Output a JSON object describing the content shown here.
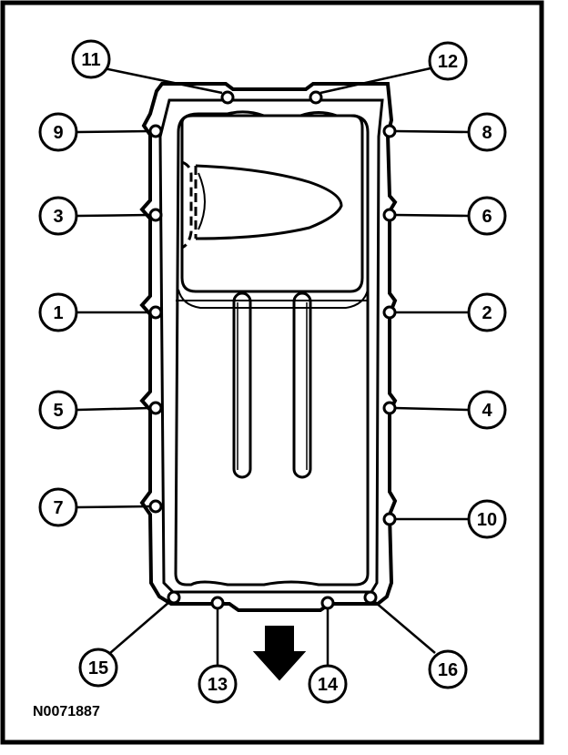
{
  "figure_id": "N0071887",
  "callouts": [
    {
      "id": "11",
      "label": "11"
    },
    {
      "id": "12",
      "label": "12"
    },
    {
      "id": "9",
      "label": "9"
    },
    {
      "id": "8",
      "label": "8"
    },
    {
      "id": "3",
      "label": "3"
    },
    {
      "id": "6",
      "label": "6"
    },
    {
      "id": "1",
      "label": "1"
    },
    {
      "id": "2",
      "label": "2"
    },
    {
      "id": "5",
      "label": "5"
    },
    {
      "id": "4",
      "label": "4"
    },
    {
      "id": "7",
      "label": "7"
    },
    {
      "id": "10",
      "label": "10"
    },
    {
      "id": "15",
      "label": "15"
    },
    {
      "id": "13",
      "label": "13"
    },
    {
      "id": "14",
      "label": "14"
    },
    {
      "id": "16",
      "label": "16"
    }
  ],
  "icons": {
    "direction_arrow": "arrow-down-icon"
  },
  "colors": {
    "ink": "#000000",
    "paper": "#ffffff"
  }
}
